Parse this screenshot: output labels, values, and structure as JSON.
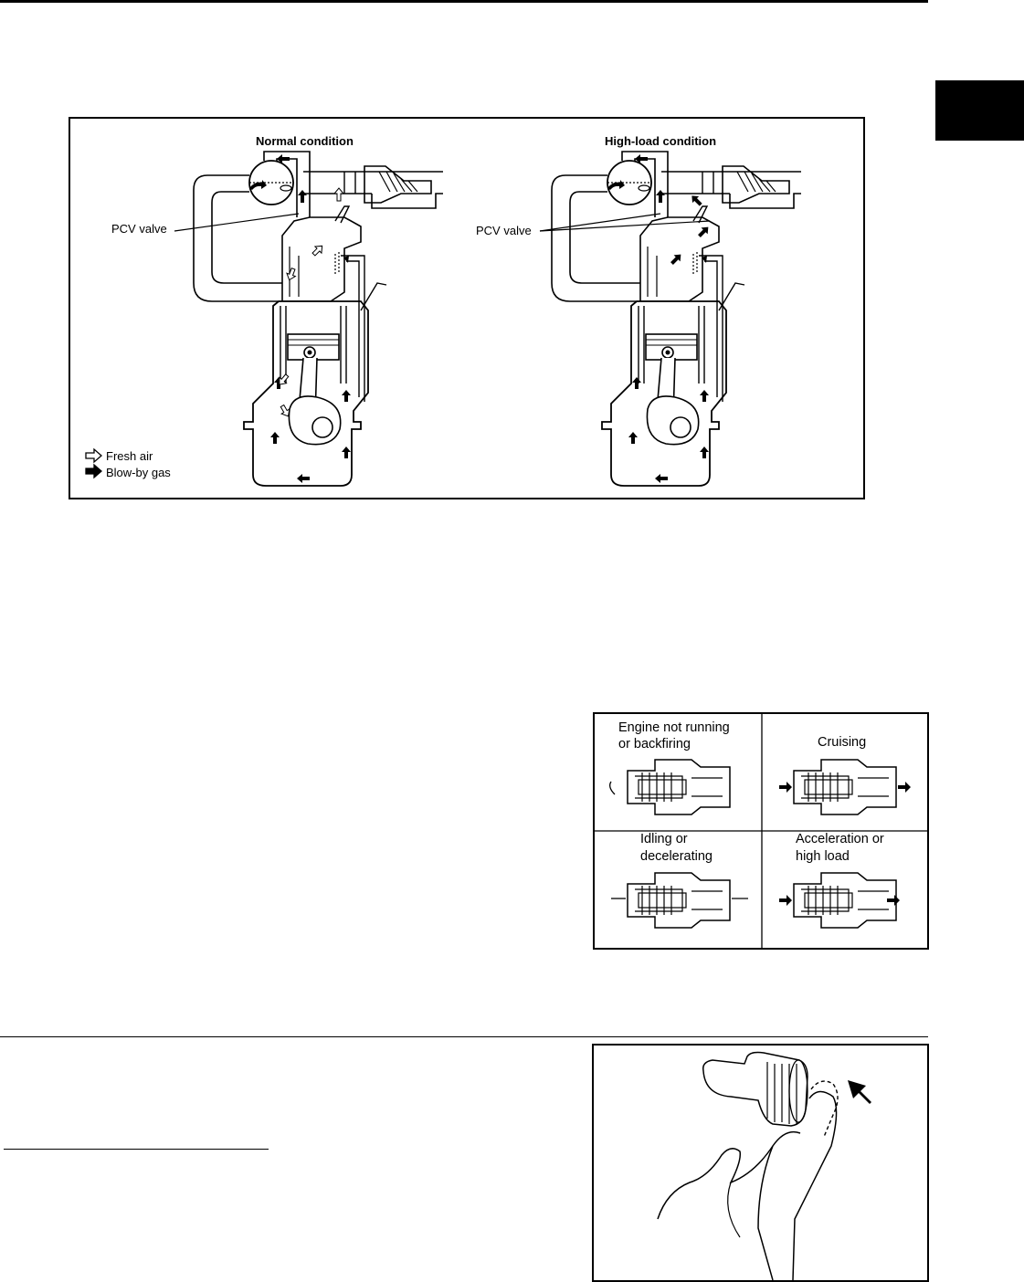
{
  "figure_pcv_system": {
    "panel_left_title": "Normal condition",
    "panel_right_title": "High-load condition",
    "panel_left_callout": "PCV valve",
    "panel_right_callout": "PCV valve",
    "legend": {
      "fresh_air": "Fresh air",
      "blow_by_gas": "Blow-by gas"
    }
  },
  "figure_pcv_valve_modes": {
    "engine_not_running_line1": "Engine not running",
    "engine_not_running_line2": "or backfiring",
    "cruising": "Cruising",
    "idling_line1": "Idling or",
    "idling_line2": "decelerating",
    "acceleration_line1": "Acceleration or",
    "acceleration_line2": "high load"
  }
}
